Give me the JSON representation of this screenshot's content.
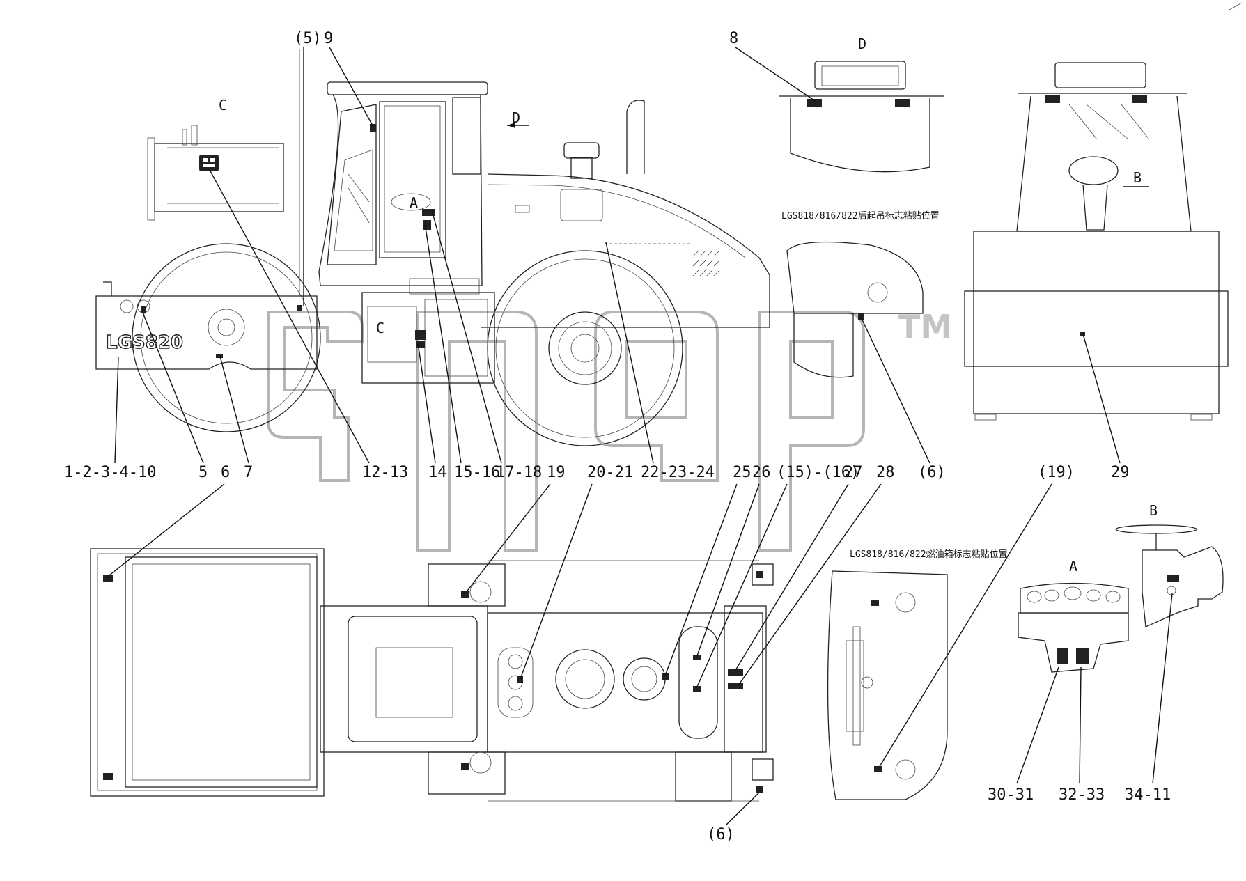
{
  "model_badge": "LGS820",
  "watermark": "TM",
  "view_labels": {
    "c_top": "C",
    "c_inset": "C",
    "a_cab": "A",
    "d_arrow": "D",
    "d_view": "D",
    "b_arrow": "B",
    "b_view": "B",
    "a_view": "A"
  },
  "captions": {
    "rear_lifting": "LGS818/816/822后起吊标志粘贴位置",
    "fuel_tank": "LGS818/816/822燃油箱标志粘贴位置"
  },
  "callouts": {
    "c5_top": "(5)",
    "c9": "9",
    "c8": "8",
    "row1_a": "1-2-3-4-10",
    "row1_b": "5",
    "row1_c": "6",
    "row1_d": "7",
    "row1_e": "12-13",
    "row1_f": "14",
    "row1_g": "15-16",
    "row1_h": "17-18",
    "row1_i": "19",
    "row1_j": "20-21",
    "row1_k": "22-23-24",
    "row1_l": "25",
    "row1_m": "26",
    "row1_n": "(15)-(16)",
    "row1_o": "27",
    "row1_p": "28",
    "row1_q": "(6)",
    "row1_r": "(19)",
    "row1_s": "29",
    "bottom_6": "(6)",
    "b30": "30-31",
    "b32": "32-33",
    "b34": "34-11"
  }
}
